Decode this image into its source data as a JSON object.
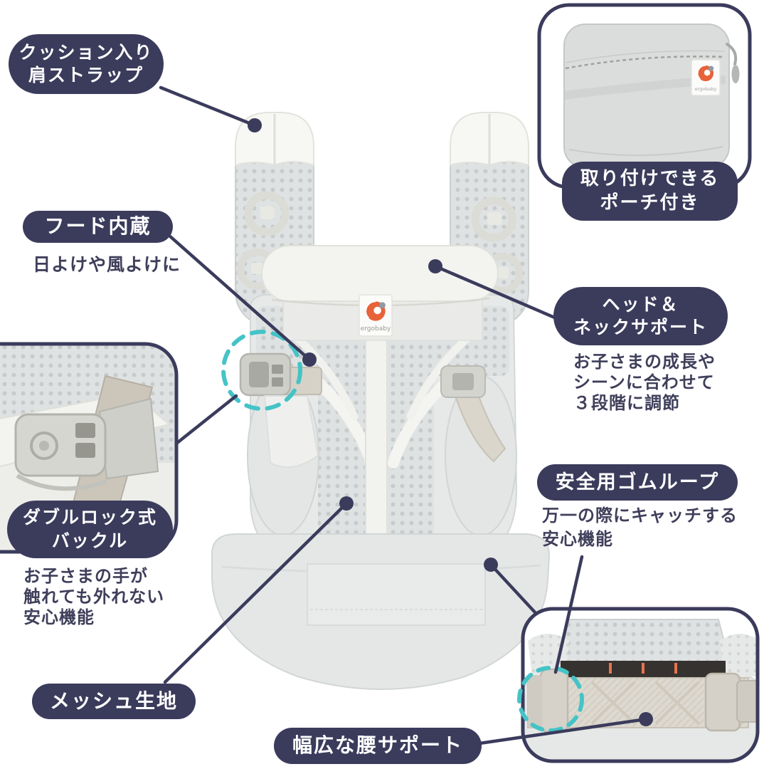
{
  "colors": {
    "navy": "#3b3b5c",
    "teal": "#45c3c7",
    "orange": "#e8623a",
    "note_text": "#3f3f5b",
    "background": "#ffffff",
    "carrier_gray": "#e6e8e8"
  },
  "brand": {
    "logo_text": "ergobaby"
  },
  "callouts": {
    "shoulder_strap": {
      "line1": "クッション入り",
      "line2": "肩ストラップ"
    },
    "pouch": {
      "line1": "取り付けできる",
      "line2": "ポーチ付き"
    },
    "hood": {
      "label": "フード内蔵",
      "note": "日よけや風よけに"
    },
    "head_neck": {
      "line1": "ヘッド＆",
      "line2": "ネックサポート",
      "note1": "お子さまの成長や",
      "note2": "シーンに合わせて",
      "note3": "３段階に調節"
    },
    "double_lock": {
      "line1": "ダブルロック式",
      "line2": "バックル",
      "note1": "お子さまの手が",
      "note2": "触れても外れない",
      "note3": "安心機能"
    },
    "safety_loop": {
      "label": "安全用ゴムループ",
      "note1": "万一の際にキャッチする",
      "note2": "安心機能"
    },
    "mesh": {
      "label": "メッシュ生地"
    },
    "waist": {
      "label": "幅広な腰サポート"
    }
  }
}
